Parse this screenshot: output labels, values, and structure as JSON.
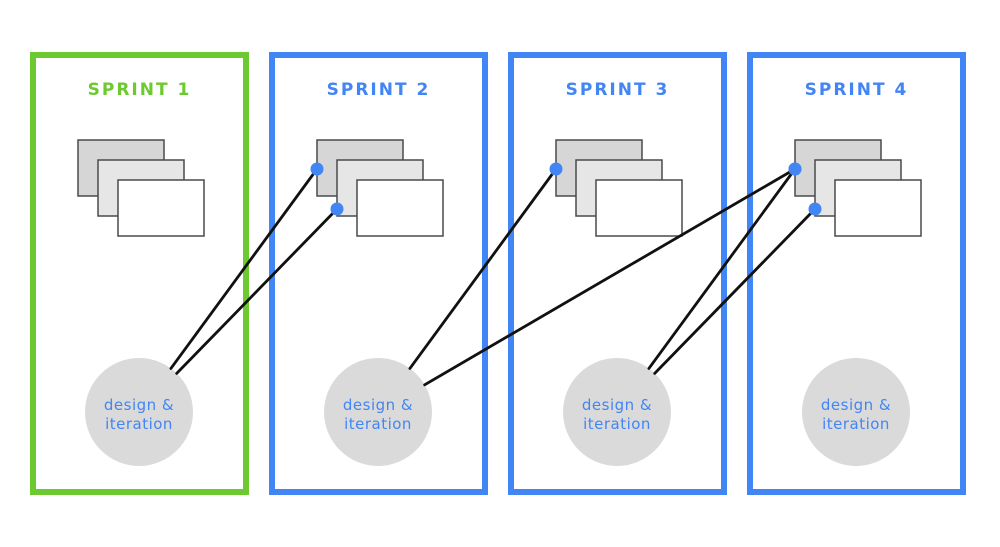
{
  "colors": {
    "active": "#6cc92f",
    "default": "#4285f4",
    "card_dark": "#d6d6d6",
    "card_mid": "#e6e6e6",
    "card_light": "#ffffff",
    "card_stroke": "#4a4a4a",
    "circle_fill": "#dadada",
    "circle_text": "#4285f4",
    "connector": "#111111",
    "dot": "#4285f4"
  },
  "sprints": [
    {
      "title": "SPRINT 1",
      "status": "active",
      "node_line1": "design &",
      "node_line2": "iteration"
    },
    {
      "title": "SPRINT 2",
      "status": "default",
      "node_line1": "design &",
      "node_line2": "iteration"
    },
    {
      "title": "SPRINT 3",
      "status": "default",
      "node_line1": "design &",
      "node_line2": "iteration"
    },
    {
      "title": "SPRINT 4",
      "status": "default",
      "node_line1": "design &",
      "node_line2": "iteration"
    }
  ],
  "connections": [
    {
      "from_sprint": 1,
      "to_sprint": 2,
      "card": "back"
    },
    {
      "from_sprint": 1,
      "to_sprint": 2,
      "card": "front"
    },
    {
      "from_sprint": 2,
      "to_sprint": 3,
      "card": "back"
    },
    {
      "from_sprint": 2,
      "to_sprint": 4,
      "card": "back"
    },
    {
      "from_sprint": 3,
      "to_sprint": 4,
      "card": "back"
    },
    {
      "from_sprint": 3,
      "to_sprint": 4,
      "card": "front"
    }
  ]
}
